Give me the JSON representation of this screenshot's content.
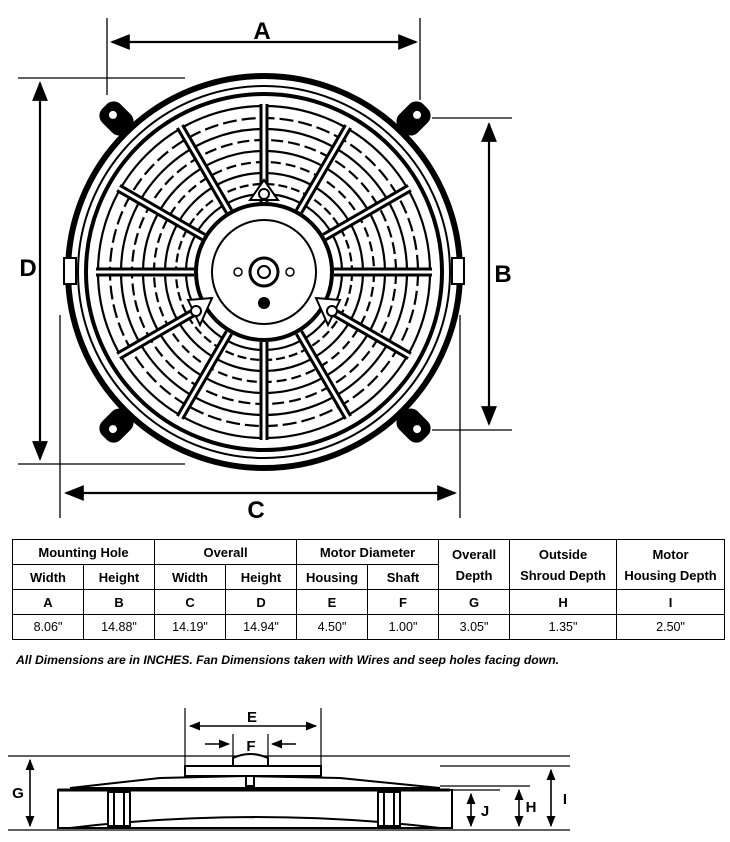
{
  "diagram": {
    "front_labels": {
      "a": "A",
      "b": "B",
      "c": "C",
      "d": "D"
    },
    "side_labels": {
      "e": "E",
      "f": "F",
      "g": "G",
      "h": "H",
      "i": "I",
      "j": "J"
    }
  },
  "table": {
    "group_headers": {
      "mounting_hole": "Mounting Hole",
      "overall": "Overall",
      "motor_diameter": "Motor Diameter",
      "overall_depth_line1": "Overall",
      "overall_depth_line2": "Depth",
      "outside_line1": "Outside",
      "outside_line2": "Shroud Depth",
      "motor_line1": "Motor",
      "motor_line2": "Housing Depth"
    },
    "sub_headers": [
      "Width",
      "Height",
      "Width",
      "Height",
      "Housing",
      "Shaft"
    ],
    "letters": [
      "A",
      "B",
      "C",
      "D",
      "E",
      "F",
      "G",
      "H",
      "I"
    ],
    "values": [
      "8.06\"",
      "14.88\"",
      "14.19\"",
      "14.94\"",
      "4.50\"",
      "1.00\"",
      "3.05\"",
      "1.35\"",
      "2.50\""
    ]
  },
  "note": "All Dimensions are in INCHES.  Fan Dimensions taken with Wires and seep holes facing down."
}
